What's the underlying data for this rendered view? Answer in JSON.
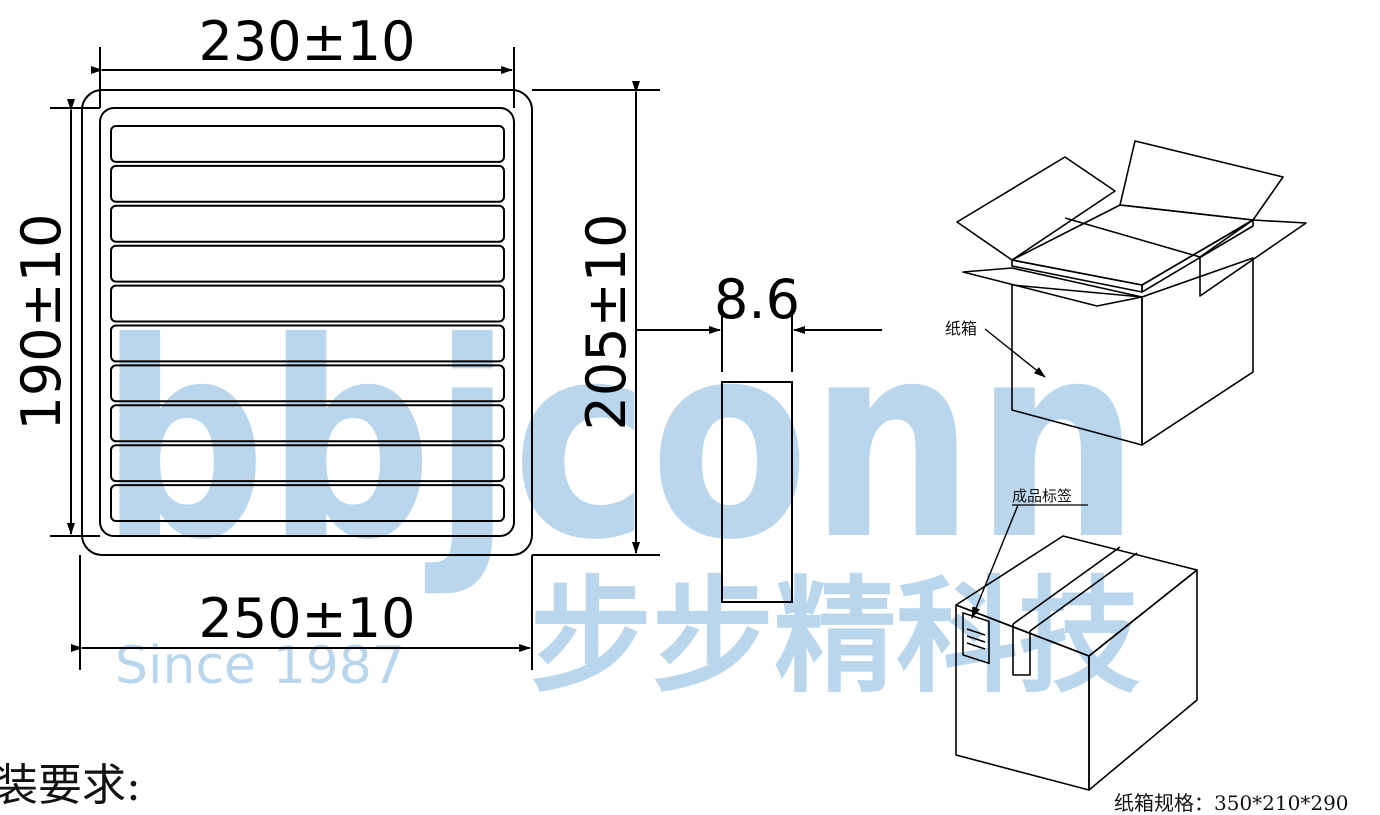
{
  "dimensions": {
    "top_width": "230±10",
    "bottom_width": "250±10",
    "left_height": "190±10",
    "right_height": "205±10",
    "thickness": "8.6"
  },
  "labels": {
    "carton": "纸箱",
    "product_label": "成品标签",
    "carton_spec": "纸箱规格：350*210*290",
    "packaging_requirements": "装要求:"
  },
  "watermark": {
    "brand": "bbjconn",
    "slogan": "Since 1987",
    "company": "步步精科技",
    "color": "#b9d6ec"
  },
  "tray": {
    "slot_count": 10
  }
}
